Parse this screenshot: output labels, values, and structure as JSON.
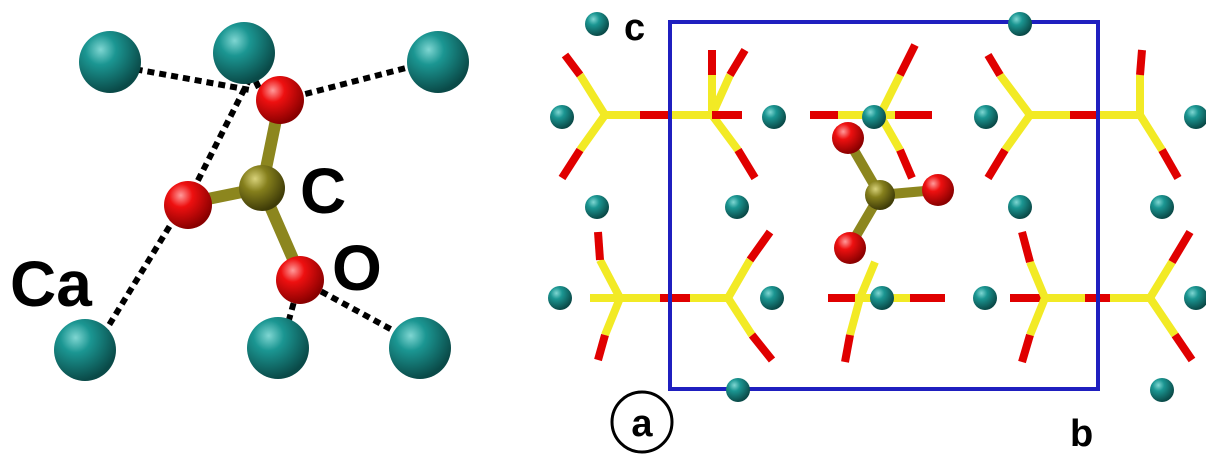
{
  "left_panel": {
    "labels": {
      "carbon": "C",
      "oxygen": "O",
      "calcium": "Ca"
    }
  },
  "right_panel": {
    "axes": {
      "c": "c",
      "b": "b",
      "a": "a"
    }
  },
  "colors": {
    "calcium": "#13807f",
    "oxygen": "#e50000",
    "carbon": "#7f7a1a",
    "stick_carbon": "#f2ea25",
    "stick_oxygen": "#e00000",
    "unit_cell": "#1f1fbf",
    "bond_dashed": "#000000"
  }
}
